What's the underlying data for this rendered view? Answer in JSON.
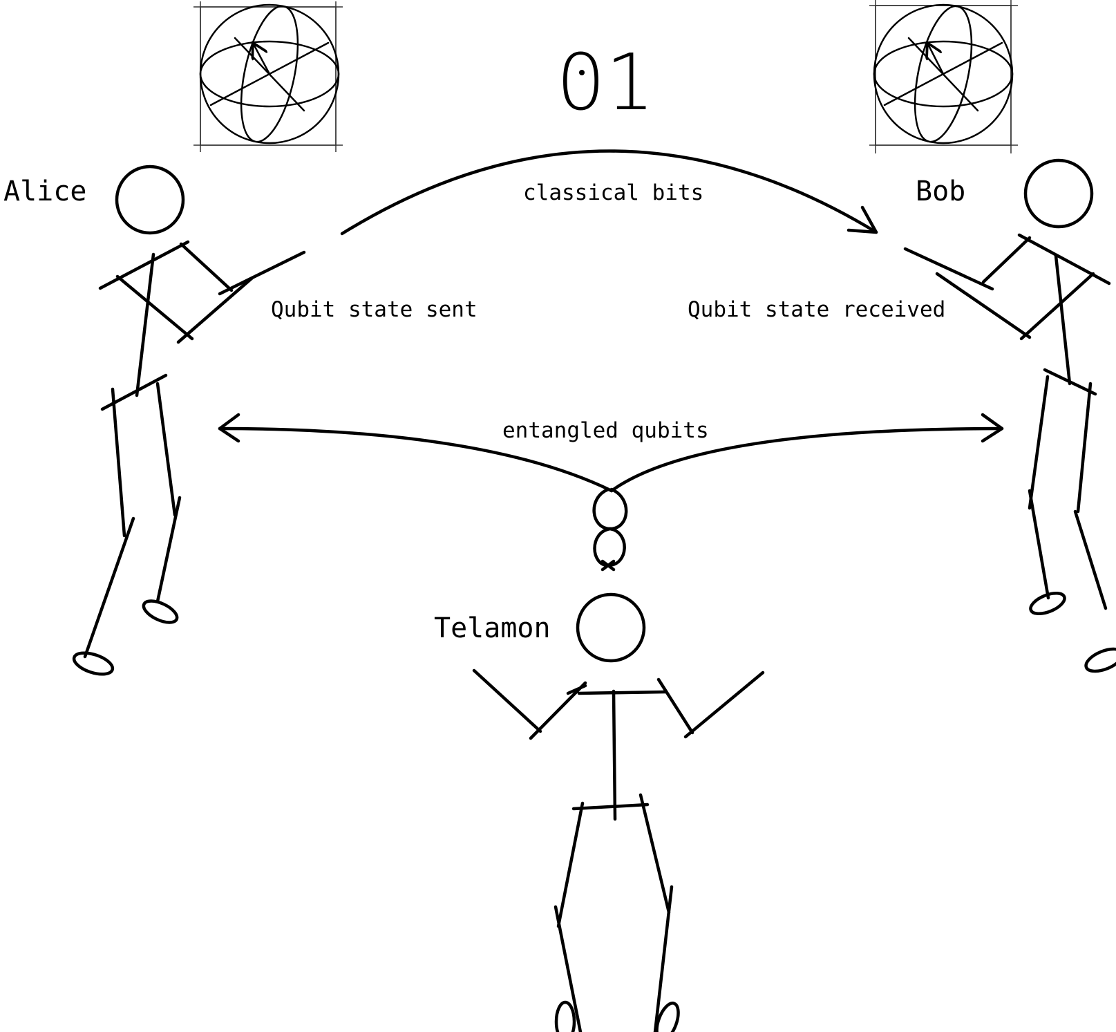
{
  "labels": {
    "alice": "Alice",
    "bob": "Bob",
    "telamon": "Telamon",
    "counter": "01",
    "classical_bits": "classical bits",
    "qubit_sent": "Qubit state sent",
    "qubit_received": "Qubit state received",
    "entangled": "entangled qubits"
  },
  "colors": {
    "ink": "#000000",
    "background": "#ffffff"
  }
}
